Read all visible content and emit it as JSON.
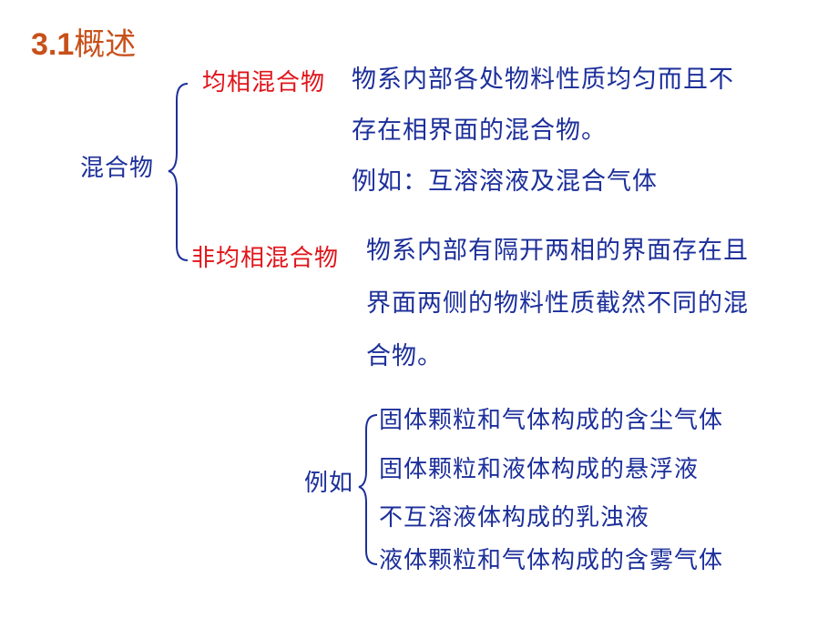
{
  "title": {
    "number": "3.1",
    "word": "概述"
  },
  "mixture": {
    "root_label": "混合物",
    "homogeneous": {
      "term": "均相混合物",
      "lines": [
        "物系内部各处物料性质均匀而且不",
        "存在相界面的混合物。",
        "例如：互溶溶液及混合气体"
      ]
    },
    "heterogeneous": {
      "term": "非均相混合物",
      "lines": [
        "物系内部有隔开两相的界面存在且",
        "界面两侧的物料性质截然不同的混",
        "合物。"
      ]
    }
  },
  "examples": {
    "label": "例如",
    "items": [
      "固体颗粒和气体构成的含尘气体",
      "固体颗粒和液体构成的悬浮液",
      "不互溶液体构成的乳浊液",
      "液体颗粒和气体构成的含雾气体"
    ]
  },
  "colors": {
    "title": "#c8501a",
    "term": "#e0141a",
    "body": "#1c2f9a"
  }
}
